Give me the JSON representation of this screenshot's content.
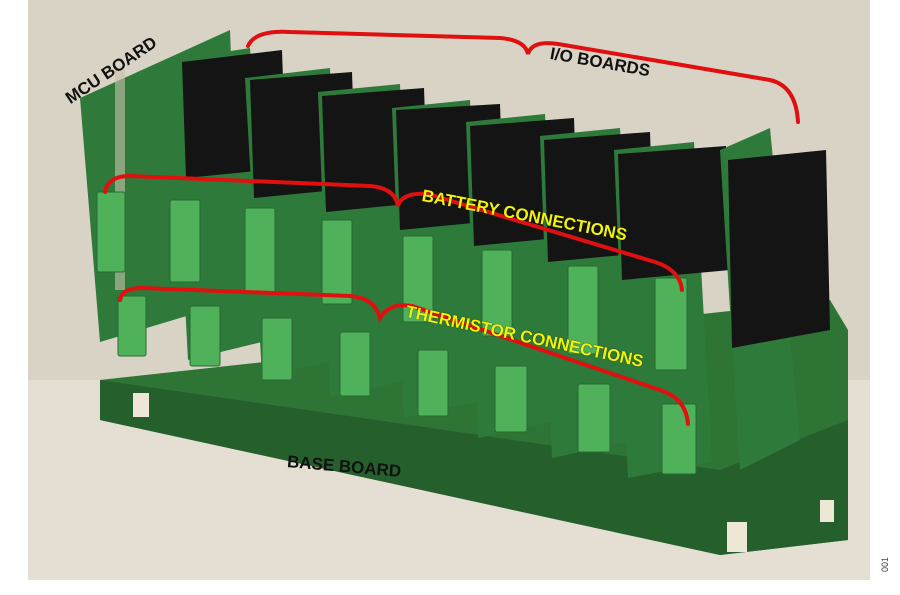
{
  "labels": {
    "mcu_board": "MCU BOARD",
    "io_boards": "I/O BOARDS",
    "battery_connections": "BATTERY CONNECTIONS",
    "thermistor_connections": "THERMISTOR CONNECTIONS",
    "base_board": "BASE BOARD"
  },
  "figure_number": "001",
  "colors": {
    "annotation_red": "#e01010",
    "annotation_yellow": "#f2f20a",
    "pcb_green": "#2f7a3a",
    "heatsink_black": "#141414",
    "connector_green": "#4fb25a",
    "background_wall": "#d8d2c4",
    "table_top": "#e3ddd2"
  }
}
